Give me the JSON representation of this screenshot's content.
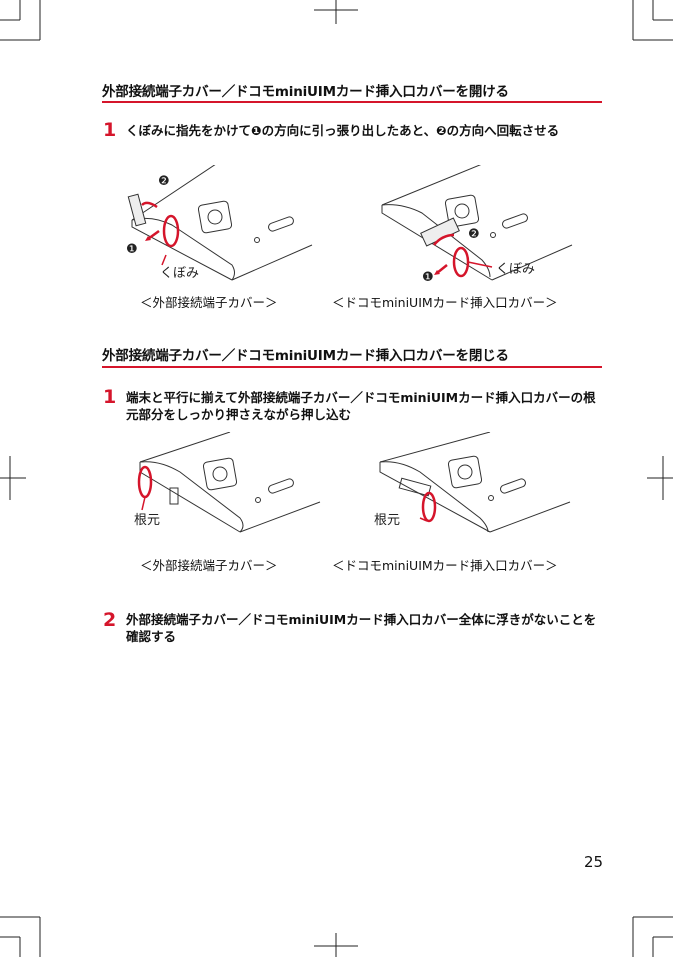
{
  "section_open": {
    "title": "外部接続端子カバー／ドコモminiUIMカード挿入口カバーを開ける",
    "steps": [
      {
        "num": "1",
        "text": "くぼみに指先をかけて❶の方向に引っ張り出したあと、❷の方向へ回転させる"
      }
    ],
    "fig_left": {
      "callout_1": "❶",
      "callout_2": "❷",
      "label": "くぼみ",
      "caption": "＜外部接続端子カバー＞"
    },
    "fig_right": {
      "callout_1": "❶",
      "callout_2": "❷",
      "label": "くぼみ",
      "caption": "＜ドコモminiUIMカード挿入口カバー＞"
    }
  },
  "section_close": {
    "title": "外部接続端子カバー／ドコモminiUIMカード挿入口カバーを閉じる",
    "steps": [
      {
        "num": "1",
        "text": "端末と平行に揃えて外部接続端子カバー／ドコモminiUIMカード挿入口カバーの根元部分をしっかり押さえながら押し込む"
      },
      {
        "num": "2",
        "text": "外部接続端子カバー／ドコモminiUIMカード挿入口カバー全体に浮きがないことを確認する"
      }
    ],
    "fig_left": {
      "label": "根元",
      "caption": "＜外部接続端子カバー＞"
    },
    "fig_right": {
      "label": "根元",
      "caption": "＜ドコモminiUIMカード挿入口カバー＞"
    }
  },
  "page_number": "25",
  "colors": {
    "accent": "#d5152b",
    "text": "#111111"
  }
}
